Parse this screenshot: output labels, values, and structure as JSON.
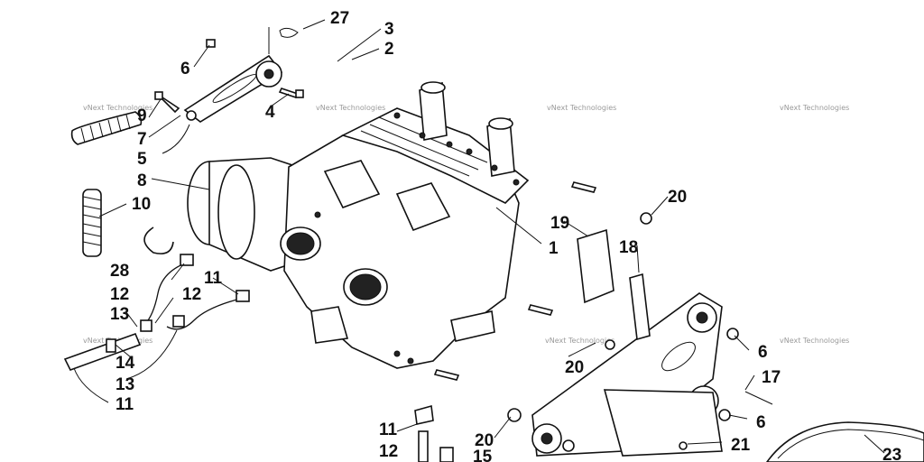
{
  "callouts": {
    "n27": "27",
    "n3": "3",
    "n2": "2",
    "n6a": "6",
    "n4": "4",
    "n9": "9",
    "n7": "7",
    "n5": "5",
    "n8": "8",
    "n10": "10",
    "n28": "28",
    "n12a": "12",
    "n11a": "11",
    "n12b": "12",
    "n13a": "13",
    "n14": "14",
    "n13b": "13",
    "n11b": "11",
    "n20a": "20",
    "n19": "19",
    "n18": "18",
    "n1": "1",
    "n6b": "6",
    "n17": "17",
    "n20b": "20",
    "n6c": "6",
    "n11c": "11",
    "n12c": "12",
    "n20c": "20",
    "n15": "15",
    "n21": "21",
    "n23": "23"
  },
  "watermark": "vNext Technologies"
}
